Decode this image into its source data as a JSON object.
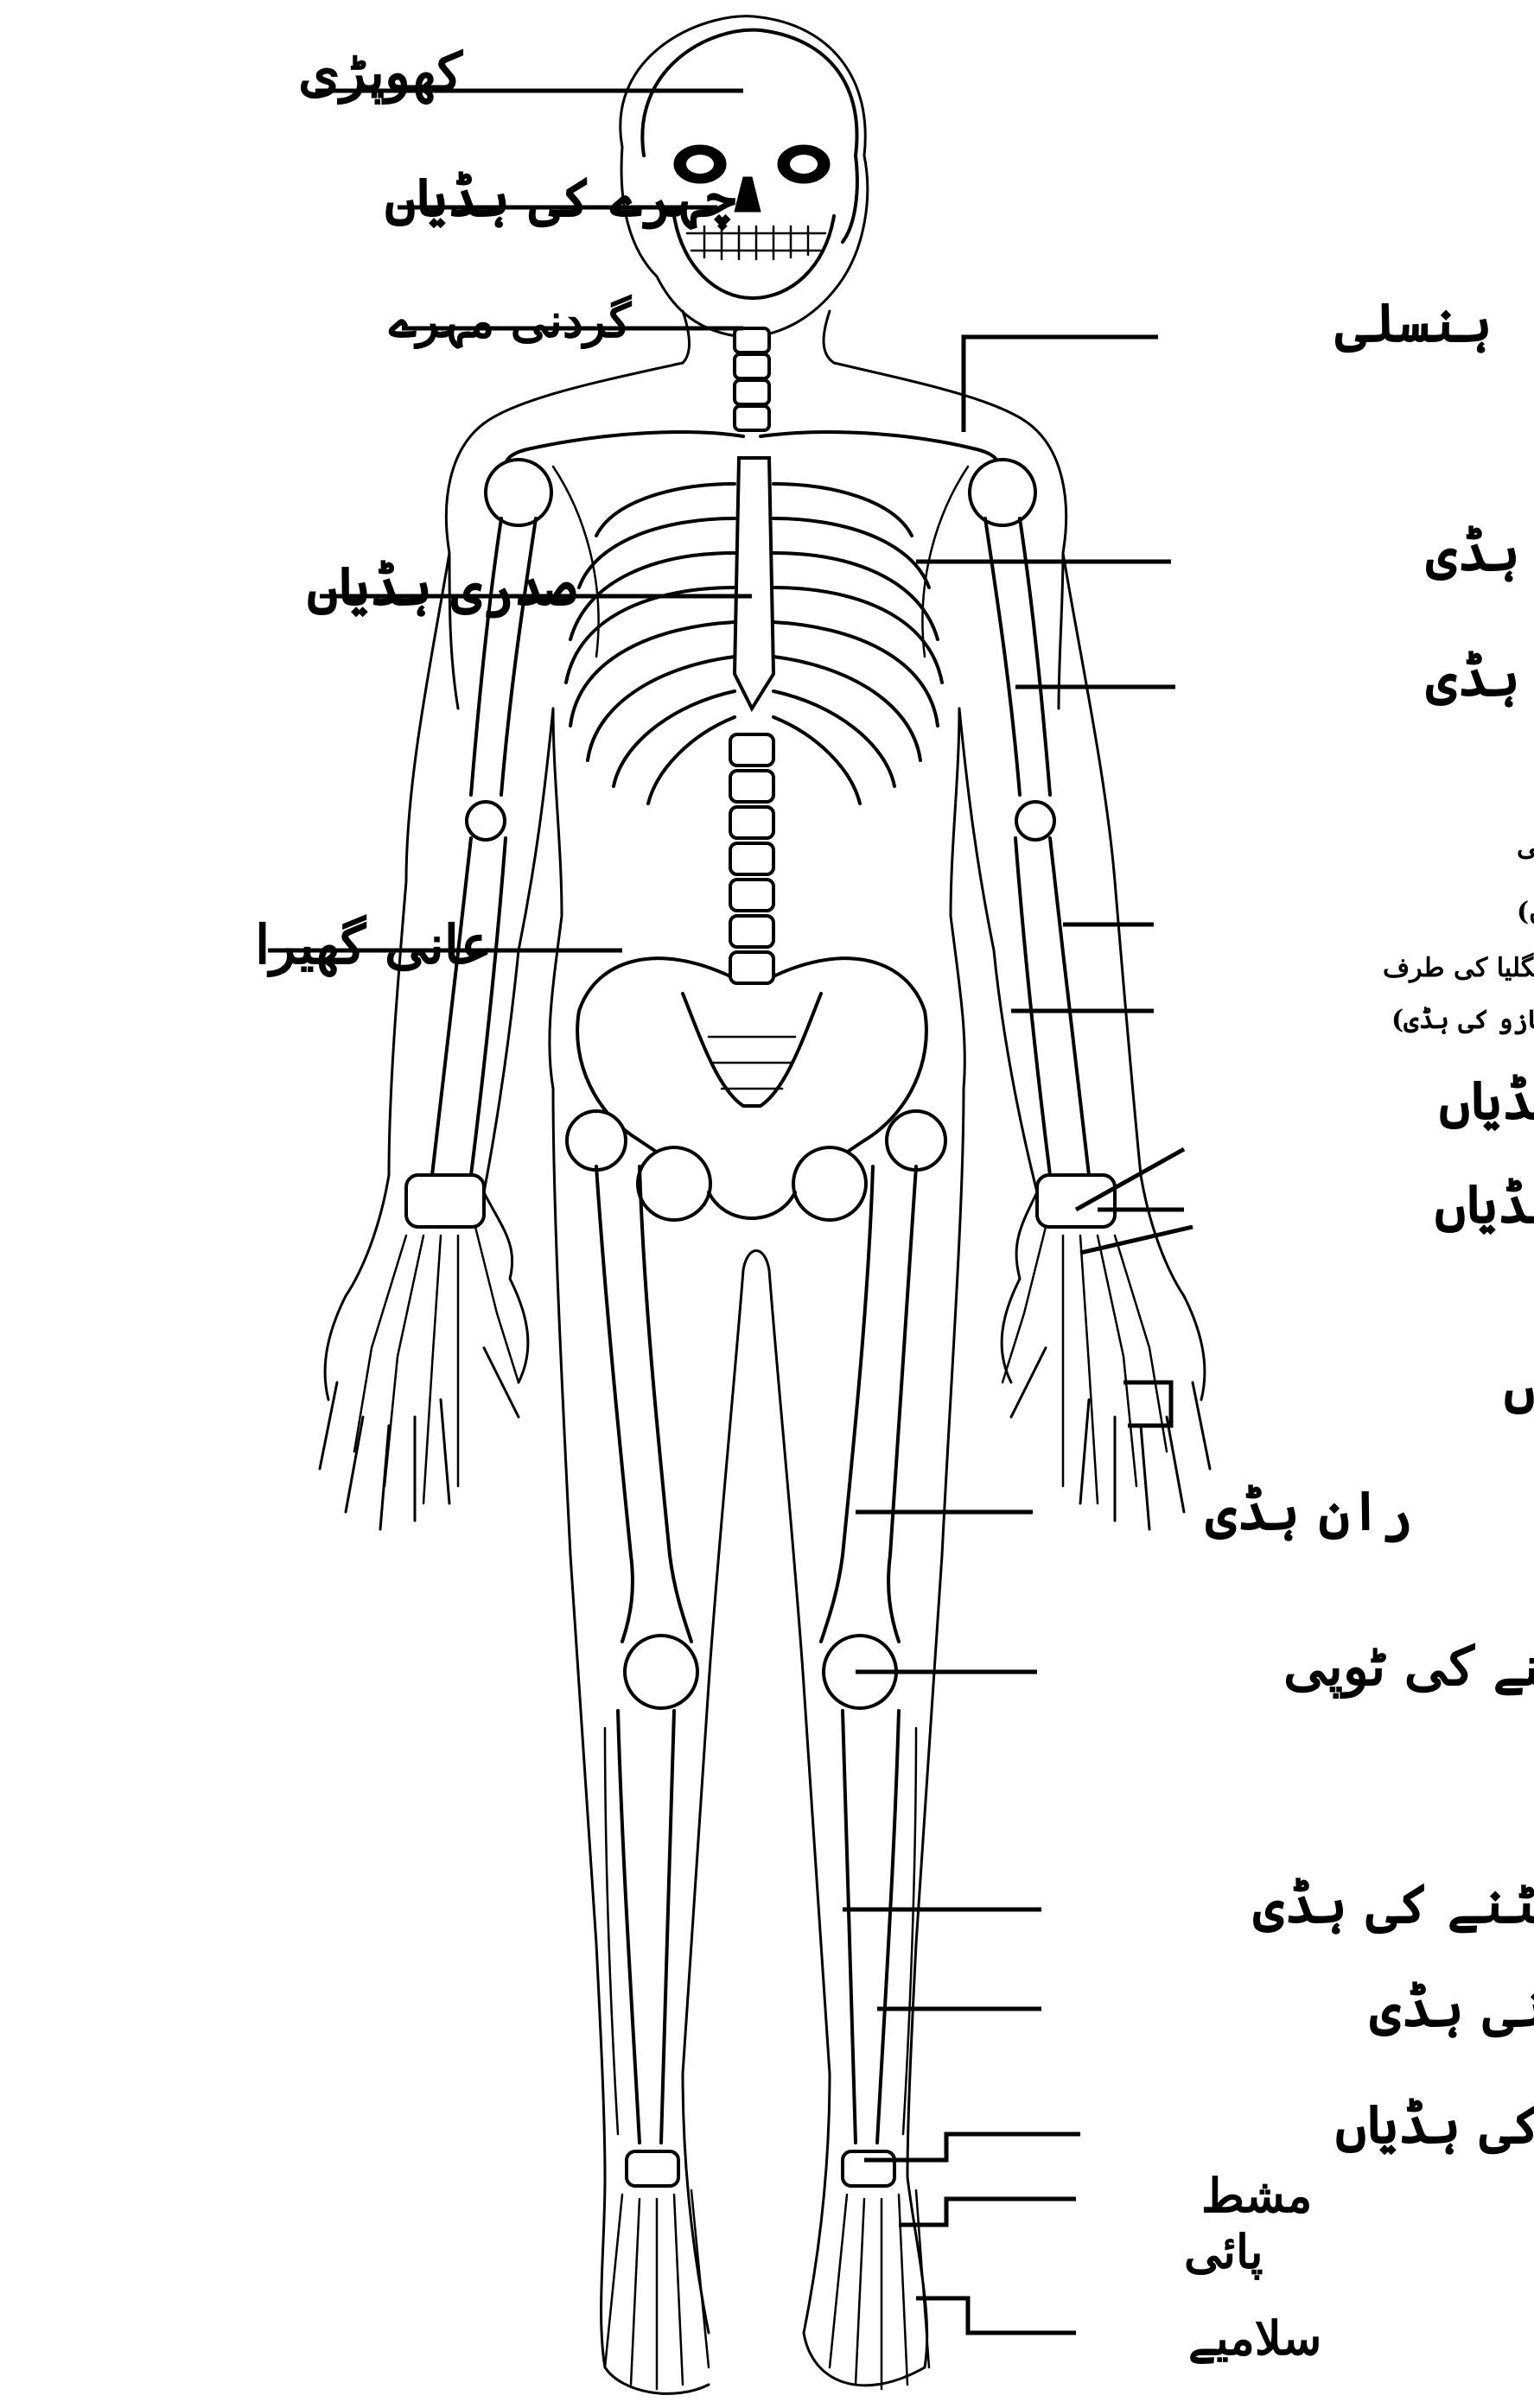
{
  "labels": {
    "skull": "کھوپڑی",
    "facial_bones": "چہرے کی ہڈیاں",
    "cervical_vertebrae": "گردنی مہرے",
    "clavicle": "ہنسلی",
    "scapula": "شانے کی ہڈی",
    "sternum_ribs": "صدری ہڈیاں",
    "humerus": "بازو کی ہڈی",
    "radius_line1": "کلائی کی دو ہڈیوں میں سے انگوٹھے کی",
    "radius_line2": "جانب والی ہڈی (ساعد استخواں)",
    "ulna_line1": "زند (چھنگلیا کی طرف",
    "ulna_line2": "والی بازو کی ہڈی)",
    "pelvic_girdle": "عانی گھیرا",
    "carpals": "کلائی کی ہڈیاں",
    "metacarpals": "ہتھیلی کی ہڈیاں",
    "phalanges": "انگلیوں کی ہڈیاں",
    "femur": "ران ہڈی",
    "patella": "گھٹنے کی ٹوپی",
    "tibia": "گھٹنے کی ہڈی",
    "fibula": "پنڈلی کی بیرونی ہڈی",
    "tarsals": "ٹخنے کی ہڈیاں",
    "metatarsals_line1": "مشط",
    "metatarsals_line2": "پائی",
    "toe_bones": "سلامیے"
  },
  "colors": {
    "ink": "#000000",
    "paper": "#ffffff"
  }
}
